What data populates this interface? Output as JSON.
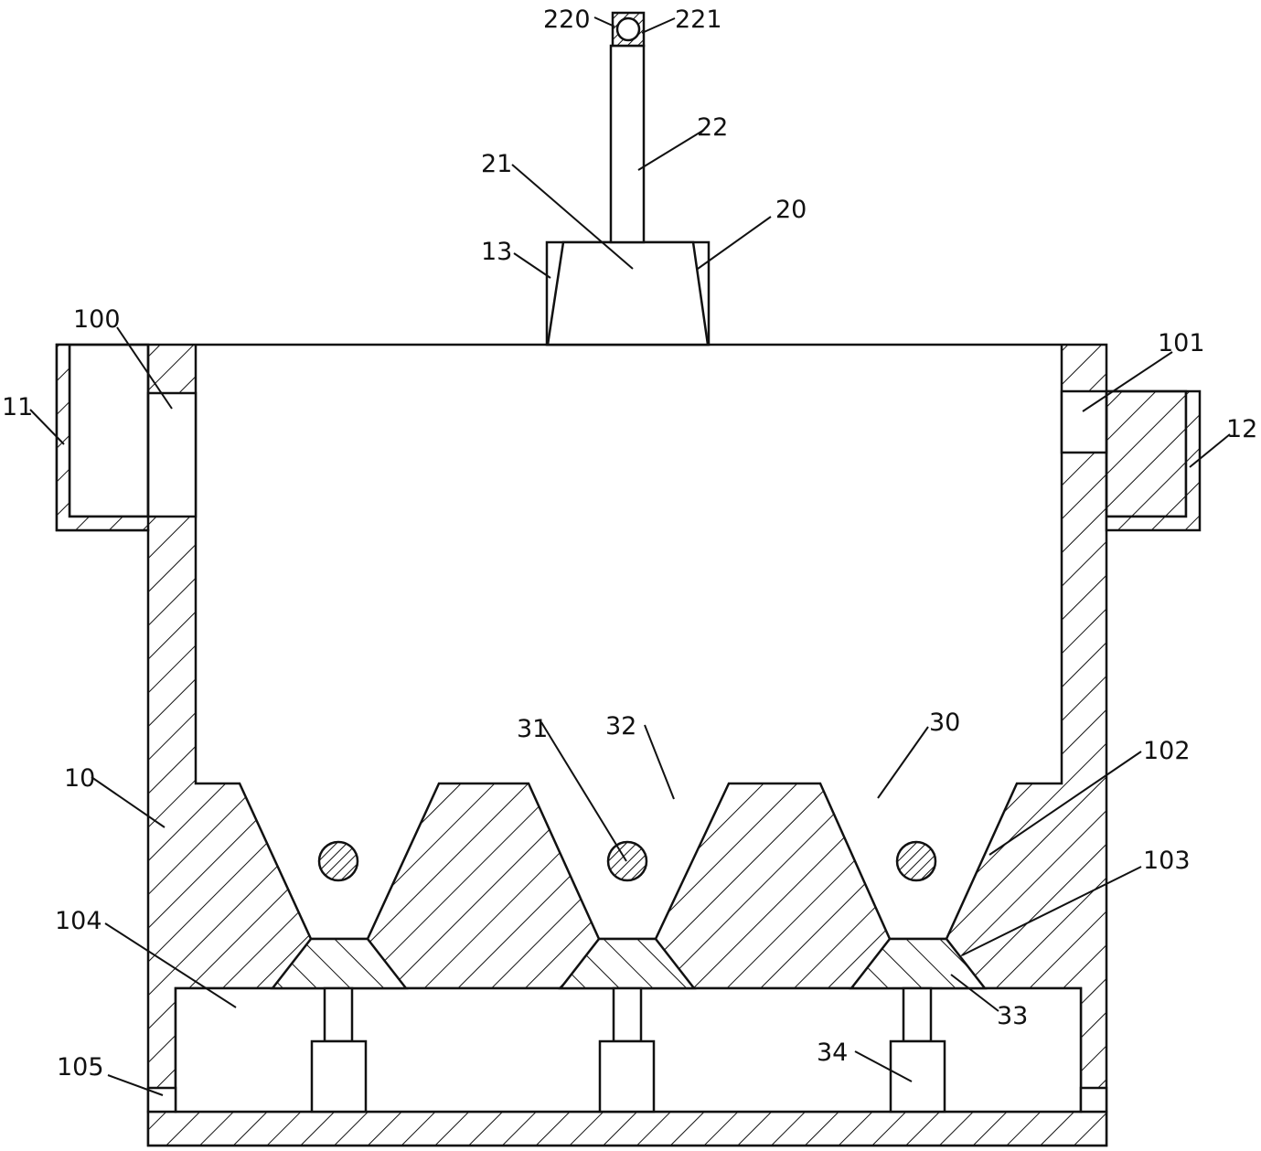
{
  "diagram": {
    "labels": {
      "l220": "220",
      "l221": "221",
      "l22": "22",
      "l21": "21",
      "l20": "20",
      "l13": "13",
      "l100": "100",
      "l101": "101",
      "l11": "11",
      "l12": "12",
      "l10": "10",
      "l31": "31",
      "l32": "32",
      "l30": "30",
      "l102": "102",
      "l103": "103",
      "l104": "104",
      "l105": "105",
      "l33": "33",
      "l34": "34"
    },
    "colors": {
      "line": "#111111",
      "background": "#ffffff"
    }
  }
}
